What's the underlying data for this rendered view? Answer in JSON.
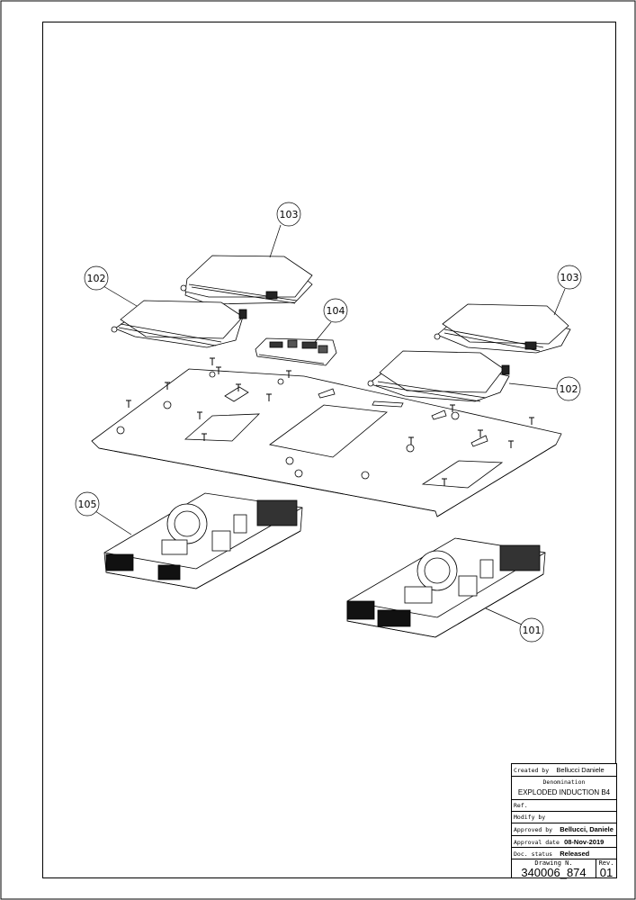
{
  "balloons": {
    "b101": "101",
    "b102_left": "102",
    "b102_right": "102",
    "b103_top": "103",
    "b103_right": "103",
    "b104": "104",
    "b105": "105"
  },
  "title_block": {
    "created_label": "Created by",
    "created_value": "Bellucci Daniele",
    "denomination_label": "Denomination",
    "denomination_value": "EXPLODED INDUCTION B4",
    "ref_label": "Ref.",
    "modify_label": "Modify by",
    "approved_label": "Approved by",
    "approved_value": "Bellucci, Daniele",
    "approval_date_label": "Approval date",
    "approval_date_value": "08-Nov-2019",
    "doc_status_label": "Doc. status",
    "doc_status_value": "Released",
    "drawing_label": "Drawing N.",
    "drawing_value": "340006_874",
    "rev_label": "Rev.",
    "rev_value": "01"
  }
}
